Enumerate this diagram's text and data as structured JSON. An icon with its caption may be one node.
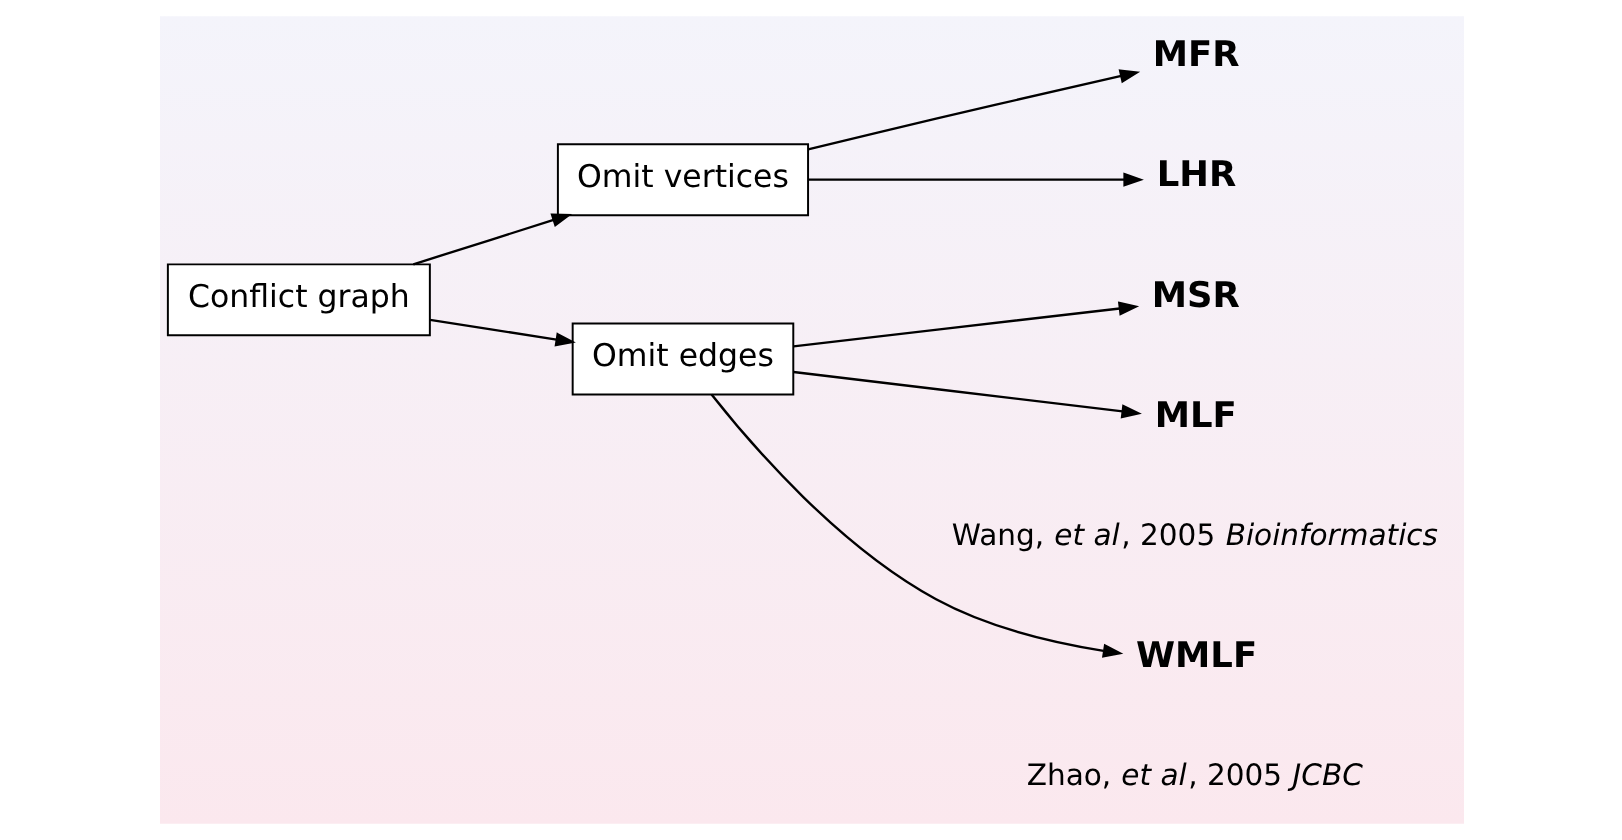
{
  "diagram": {
    "nodes": [
      {
        "text": [
          "Conflict graph"
        ]
      },
      {
        "text": [
          "Omit vertices"
        ]
      },
      {
        "text": [
          "Omit edges"
        ]
      },
      {
        "text": [
          "MFR"
        ]
      },
      {
        "text": [
          "LHR"
        ]
      },
      {
        "text": [
          "MSR"
        ]
      },
      {
        "text": [
          "MLF"
        ],
        "beside": [
          "Wang, *et al*, 2005 *Bioinformatics*"
        ]
      },
      {
        "text": [
          "WMLF"
        ],
        "beside": [
          "Zhao, *et al*, 2005 *JCBC*"
        ]
      }
    ],
    "edges": [
      {
        "from": 0,
        "to": 1,
        "arrow": "to"
      },
      {
        "from": 0,
        "to": 2,
        "arrow": "to"
      },
      {
        "from": 1,
        "to": 3,
        "arrow": "to"
      },
      {
        "from": 1,
        "to": 4,
        "arrow": "to"
      },
      {
        "from": 2,
        "to": 5,
        "arrow": "to"
      },
      {
        "from": 2,
        "to": 6,
        "arrow": "to"
      },
      {
        "from": 2,
        "to": 7,
        "arrow": "to"
      }
    ]
  }
}
